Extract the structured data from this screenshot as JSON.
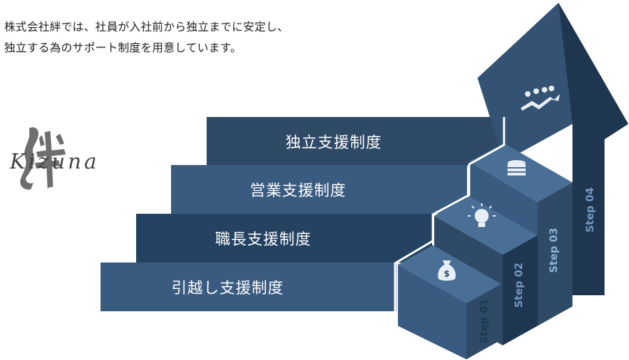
{
  "intro": {
    "line1": "株式会社絆では、社員が入社前から独立までに安定し、",
    "line2": "独立する為のサポート制度を用意しています。"
  },
  "logo": {
    "text": "Kizuna"
  },
  "bands": [
    {
      "label": "独立支援制度"
    },
    {
      "label": "営業支援制度"
    },
    {
      "label": "職長支援制度"
    },
    {
      "label": "引越し支援制度"
    }
  ],
  "steps": [
    {
      "label": "Step 01",
      "icon": "money-bag-icon"
    },
    {
      "label": "Step 02",
      "icon": "lightbulb-icon"
    },
    {
      "label": "Step 03",
      "icon": "coin-stack-icon"
    },
    {
      "label": "Step 04",
      "icon": "team-growth-icon"
    }
  ],
  "colors": {
    "navy_dark": "#1f3650",
    "navy": "#2e4a66",
    "steel_blue": "#3a5b80",
    "step_top": "#4a6f96"
  }
}
